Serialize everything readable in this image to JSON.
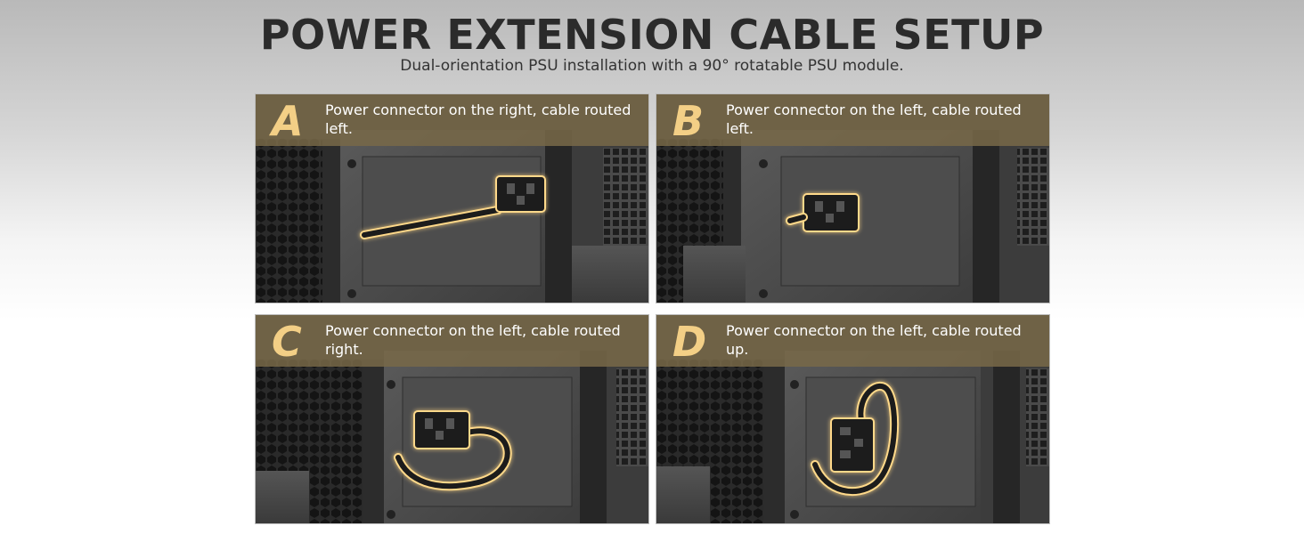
{
  "header": {
    "title": "POWER EXTENSION CABLE SETUP",
    "subtitle": "Dual-orientation PSU installation with a 90° rotatable PSU module."
  },
  "panels": [
    {
      "letter": "A",
      "caption": "Power connector on the right, cable routed left."
    },
    {
      "letter": "B",
      "caption": "Power connector on the left, cable routed left."
    },
    {
      "letter": "C",
      "caption": "Power connector on the left, cable routed right."
    },
    {
      "letter": "D",
      "caption": "Power connector on the left, cable routed up."
    }
  ],
  "colors": {
    "banner": "#786948",
    "letter": "#f3cf86",
    "glow": "#ffd98a",
    "title": "#2b2b2b"
  }
}
